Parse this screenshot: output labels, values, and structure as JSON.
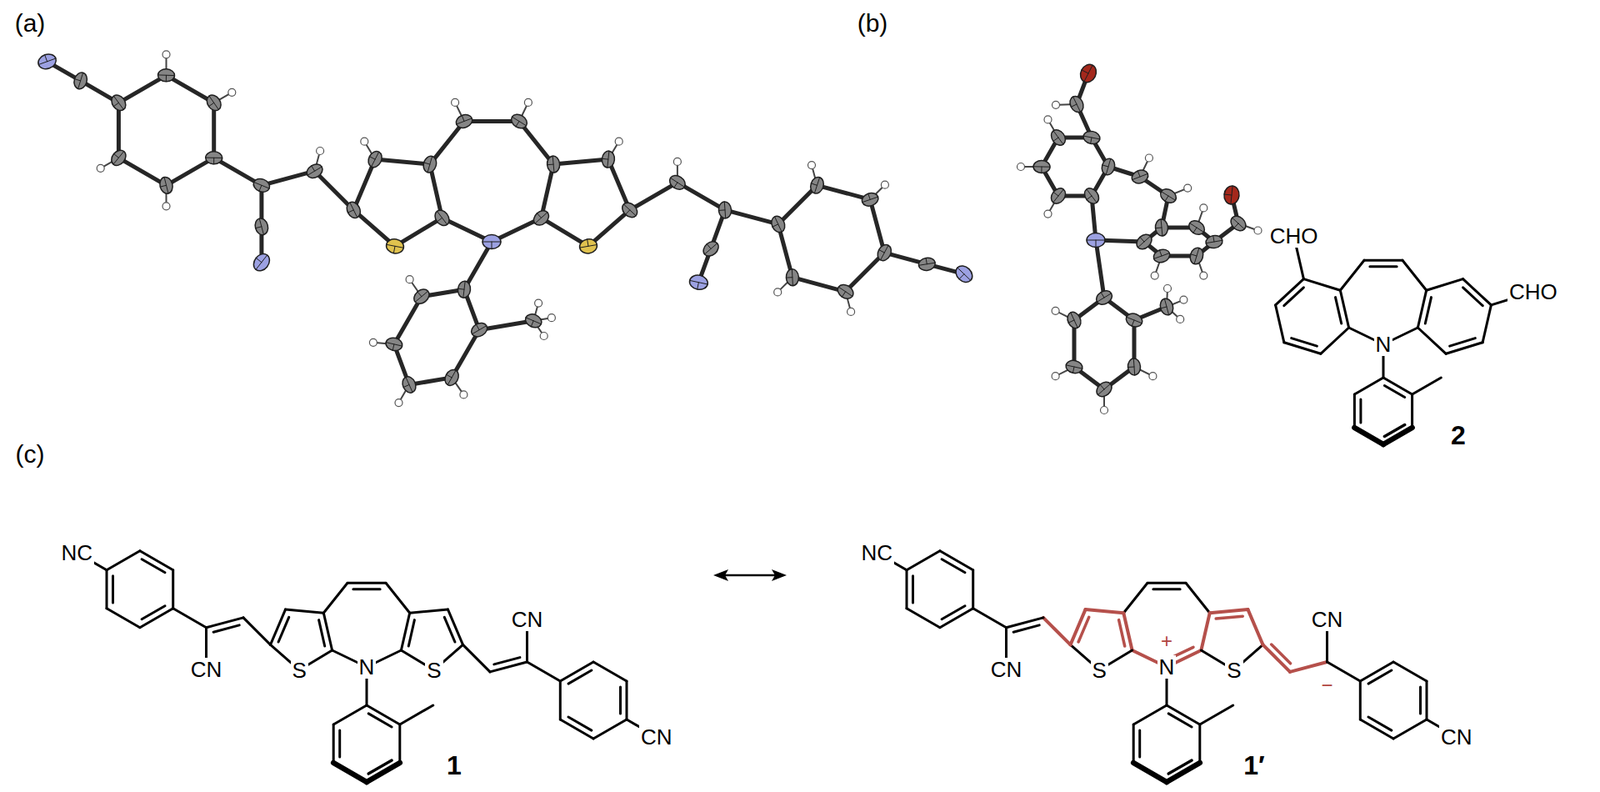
{
  "diagram": {
    "labels": [
      "(a)",
      "(b)",
      "CHO",
      "CHO",
      "N",
      "2",
      "(c)",
      "NC",
      "CN",
      "N",
      "S",
      "S",
      "CN",
      "CN",
      "1",
      "NC",
      "CN",
      "+",
      "N",
      "S",
      "S",
      "−",
      "CN",
      "CN",
      "1′"
    ]
  }
}
